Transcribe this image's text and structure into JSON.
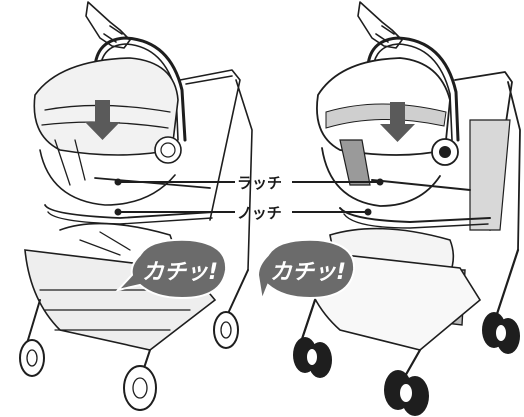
{
  "labels": {
    "latch": "ラッチ",
    "notch": "ノッチ"
  },
  "bubbles": {
    "left": "カチッ!",
    "right": "カチッ!"
  },
  "colors": {
    "line": "#1e1e1e",
    "canopy_shade": "#cfcfcf",
    "bubble_fill": "#6b6b6b",
    "arrow_fill": "#5a5a5a"
  },
  "icons": {
    "arrow": "down-arrow-icon",
    "hand": "hand-icon"
  }
}
